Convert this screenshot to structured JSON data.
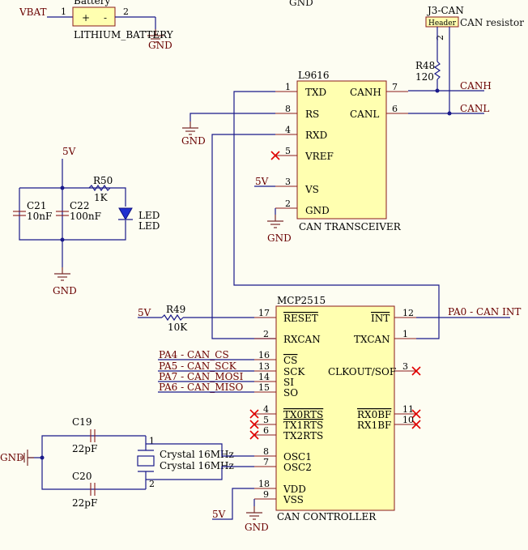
{
  "top_label": "GND",
  "battery": {
    "ref": "Battery",
    "name": "LITHIUM_BATTERY",
    "pin1": "1",
    "pin2": "2",
    "plus": "+",
    "minus": "-"
  },
  "nets": {
    "vbat": "VBAT",
    "gnd": "GND",
    "v5": "5V",
    "canh": "CANH",
    "canl": "CANL",
    "pa0": "PA0 - CAN INT",
    "pa4": "PA4 - CAN_CS",
    "pa5": "PA5 - CAN_SCK",
    "pa7": "PA7 - CAN_MOSI",
    "pa6": "PA6 - CAN_MISO"
  },
  "j3": {
    "ref": "J3-CAN",
    "name": "Header",
    "pin": "2",
    "label": "CAN resistor"
  },
  "r48": {
    "ref": "R48",
    "value": "120"
  },
  "r49": {
    "ref": "R49",
    "value": "10K"
  },
  "r50": {
    "ref": "R50",
    "value": "1K"
  },
  "c21": {
    "ref": "C21",
    "value": "10nF"
  },
  "c22": {
    "ref": "C22",
    "value": "100nF"
  },
  "c19": {
    "ref": "C19",
    "value": "22pF"
  },
  "c20": {
    "ref": "C20",
    "value": "22pF"
  },
  "led": {
    "ref": "LED",
    "value": "LED"
  },
  "crystal": {
    "name1": "Crystal 16MHz",
    "name2": "Crystal 16MHz",
    "pin1": "1",
    "pin2": "2"
  },
  "u_trans": {
    "ref": "L9616",
    "caption": "CAN TRANSCEIVER",
    "pins": {
      "txd": {
        "num": "1",
        "name": "TXD"
      },
      "rs": {
        "num": "8",
        "name": "RS"
      },
      "rxd": {
        "num": "4",
        "name": "RXD"
      },
      "vref": {
        "num": "5",
        "name": "VREF"
      },
      "vs": {
        "num": "3",
        "name": "VS"
      },
      "gnd": {
        "num": "2",
        "name": "GND"
      },
      "canh": {
        "num": "7",
        "name": "CANH"
      },
      "canl": {
        "num": "6",
        "name": "CANL"
      }
    }
  },
  "u_ctrl": {
    "ref": "MCP2515",
    "caption": "CAN CONTROLLER",
    "pins": {
      "reset": {
        "num": "17",
        "name": "RESET"
      },
      "rxcan": {
        "num": "2",
        "name": "RXCAN"
      },
      "cs": {
        "num": "16",
        "name": "CS"
      },
      "sck": {
        "num": "13",
        "name": "SCK"
      },
      "si": {
        "num": "14",
        "name": "SI"
      },
      "so": {
        "num": "15",
        "name": "SO"
      },
      "tx0rts": {
        "num": "4",
        "name": "TX0RTS"
      },
      "tx1rts": {
        "num": "5",
        "name": "TX1RTS"
      },
      "tx2rts": {
        "num": "6",
        "name": "TX2RTS"
      },
      "osc1": {
        "num": "8",
        "name": "OSC1"
      },
      "osc2": {
        "num": "7",
        "name": "OSC2"
      },
      "vdd": {
        "num": "18",
        "name": "VDD"
      },
      "vss": {
        "num": "9",
        "name": "VSS"
      },
      "int": {
        "num": "12",
        "name": "INT"
      },
      "txcan": {
        "num": "1",
        "name": "TXCAN"
      },
      "clkout": {
        "num": "3",
        "name": "CLKOUT/SOF"
      },
      "rx0bf": {
        "num": "11",
        "name": "RX0BF"
      },
      "rx1bf": {
        "num": "10",
        "name": "RX1BF"
      }
    }
  }
}
